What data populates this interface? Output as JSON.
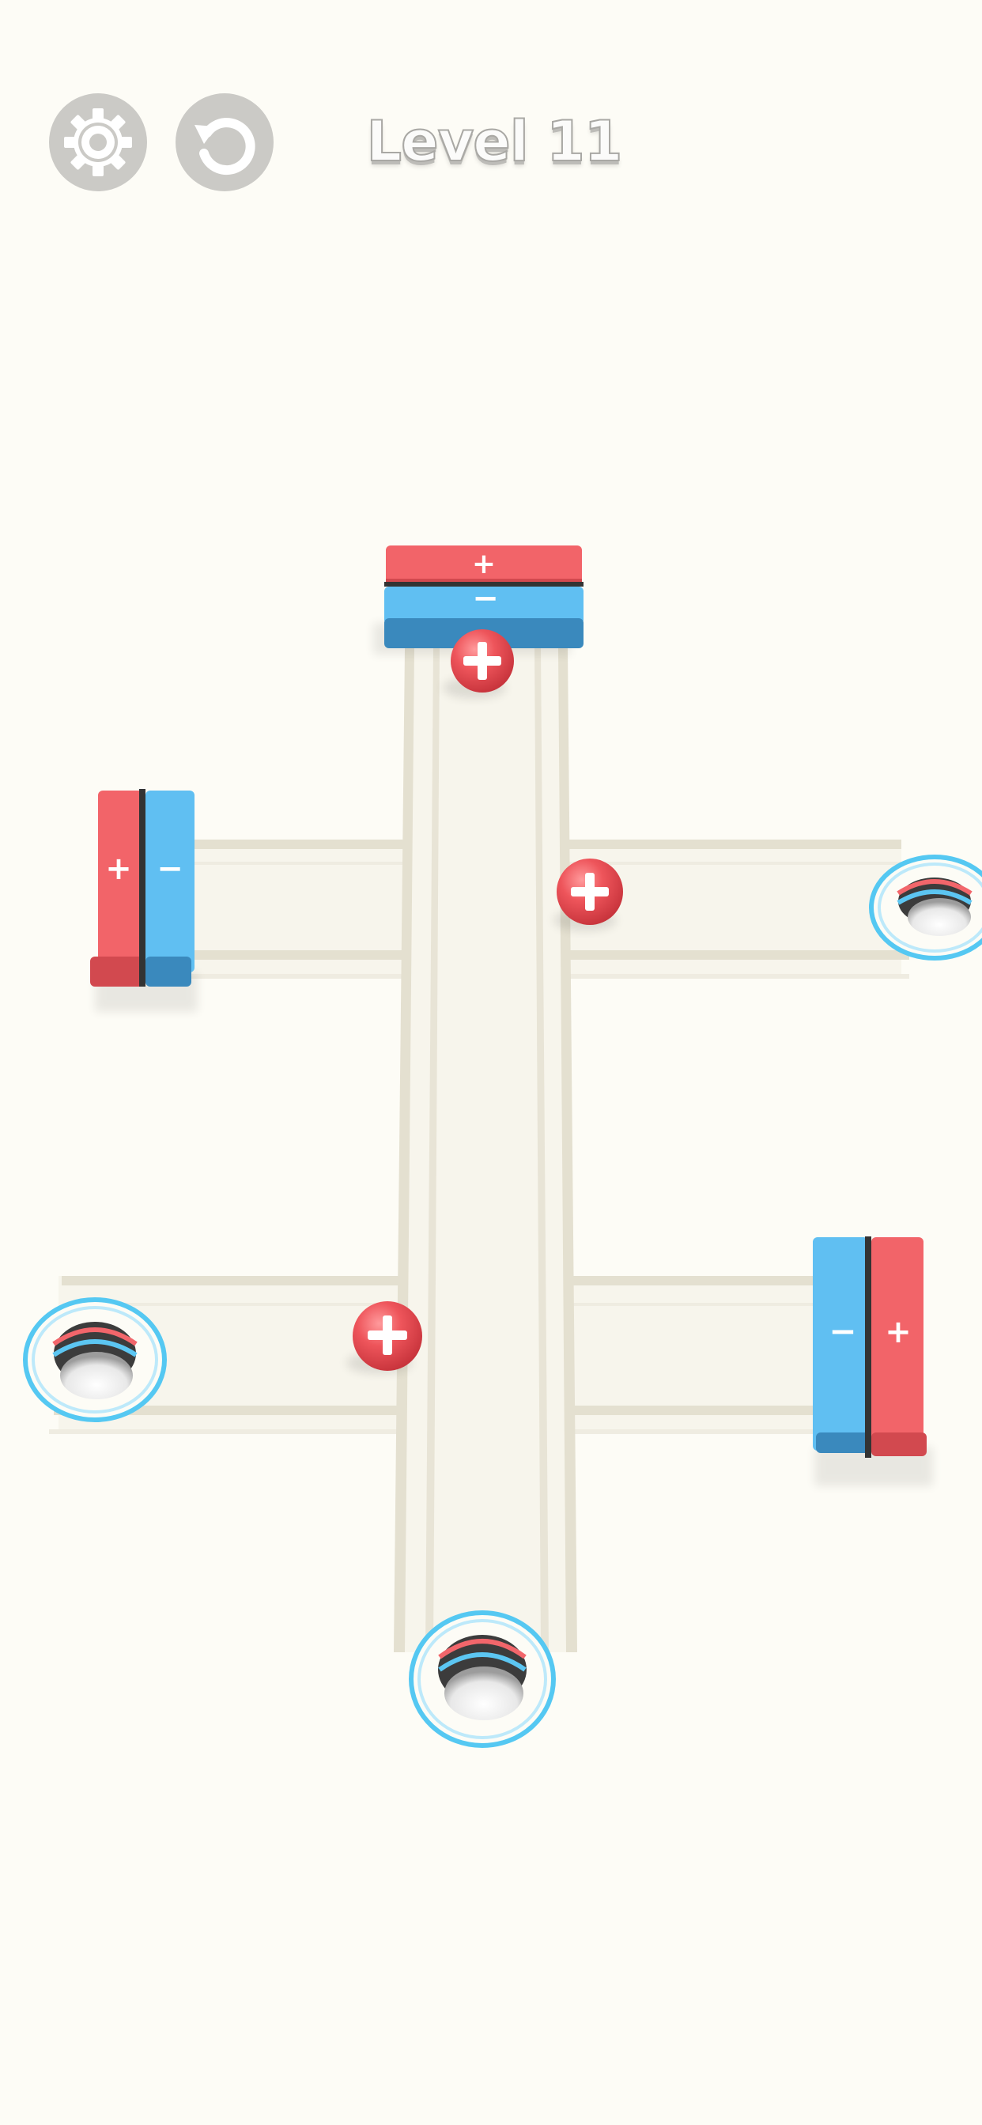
{
  "hud": {
    "settings_icon": "gear-icon",
    "restart_icon": "restart-icon",
    "level_label": "Level 11"
  },
  "board": {
    "magnets": [
      {
        "id": "top",
        "orientation": "horizontal",
        "order": [
          "+",
          "−"
        ],
        "colors": [
          "#f26469",
          "#60bff2"
        ]
      },
      {
        "id": "left",
        "orientation": "vertical",
        "order": [
          "+",
          "−"
        ],
        "colors": [
          "#f26469",
          "#60bff2"
        ]
      },
      {
        "id": "right",
        "orientation": "vertical",
        "order": [
          "−",
          "+"
        ],
        "colors": [
          "#60bff2",
          "#f26469"
        ]
      }
    ],
    "balls": [
      {
        "id": "ball-1",
        "charge": "+",
        "color": "#e94e55"
      },
      {
        "id": "ball-2",
        "charge": "+",
        "color": "#e94e55"
      },
      {
        "id": "ball-3",
        "charge": "+",
        "color": "#e94e55"
      }
    ],
    "holes": [
      {
        "id": "hole-right"
      },
      {
        "id": "hole-left"
      },
      {
        "id": "hole-bottom"
      }
    ],
    "colors": {
      "background": "#fdfcf6",
      "track": "#f7f5ec",
      "track_edge": "#e6e2d3",
      "plus": "#f26469",
      "minus": "#60bff2",
      "hole_ring": "#55c8f2"
    }
  }
}
